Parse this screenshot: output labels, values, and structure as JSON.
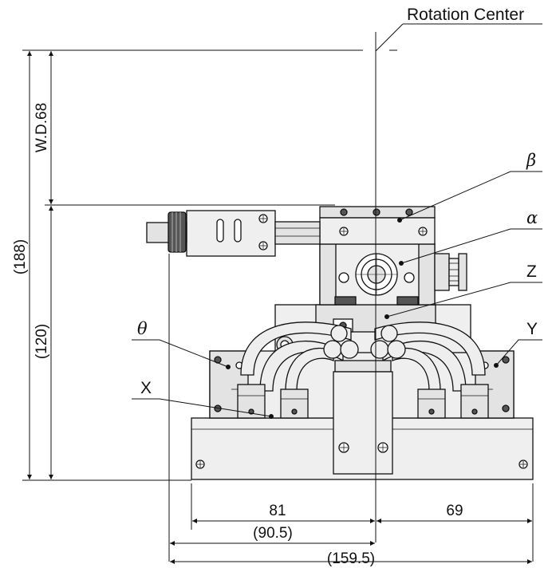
{
  "labels": {
    "rotation_center": "Rotation Center",
    "beta": "β",
    "alpha": "α",
    "z": "Z",
    "theta": "θ",
    "y": "Y",
    "x": "X"
  },
  "dimensions": {
    "wd": "W.D.68",
    "total_height": "(188)",
    "body_height": "(120)",
    "left_width": "81",
    "right_width": "69",
    "left_width_total": "(90.5)",
    "overall_width": "(159.5)"
  },
  "colors": {
    "line": "#111111",
    "body_fill": "#f0efef",
    "part_fill": "#e4e3e3",
    "tube_fill": "#eeeeee",
    "dark_fill": "#555555"
  }
}
